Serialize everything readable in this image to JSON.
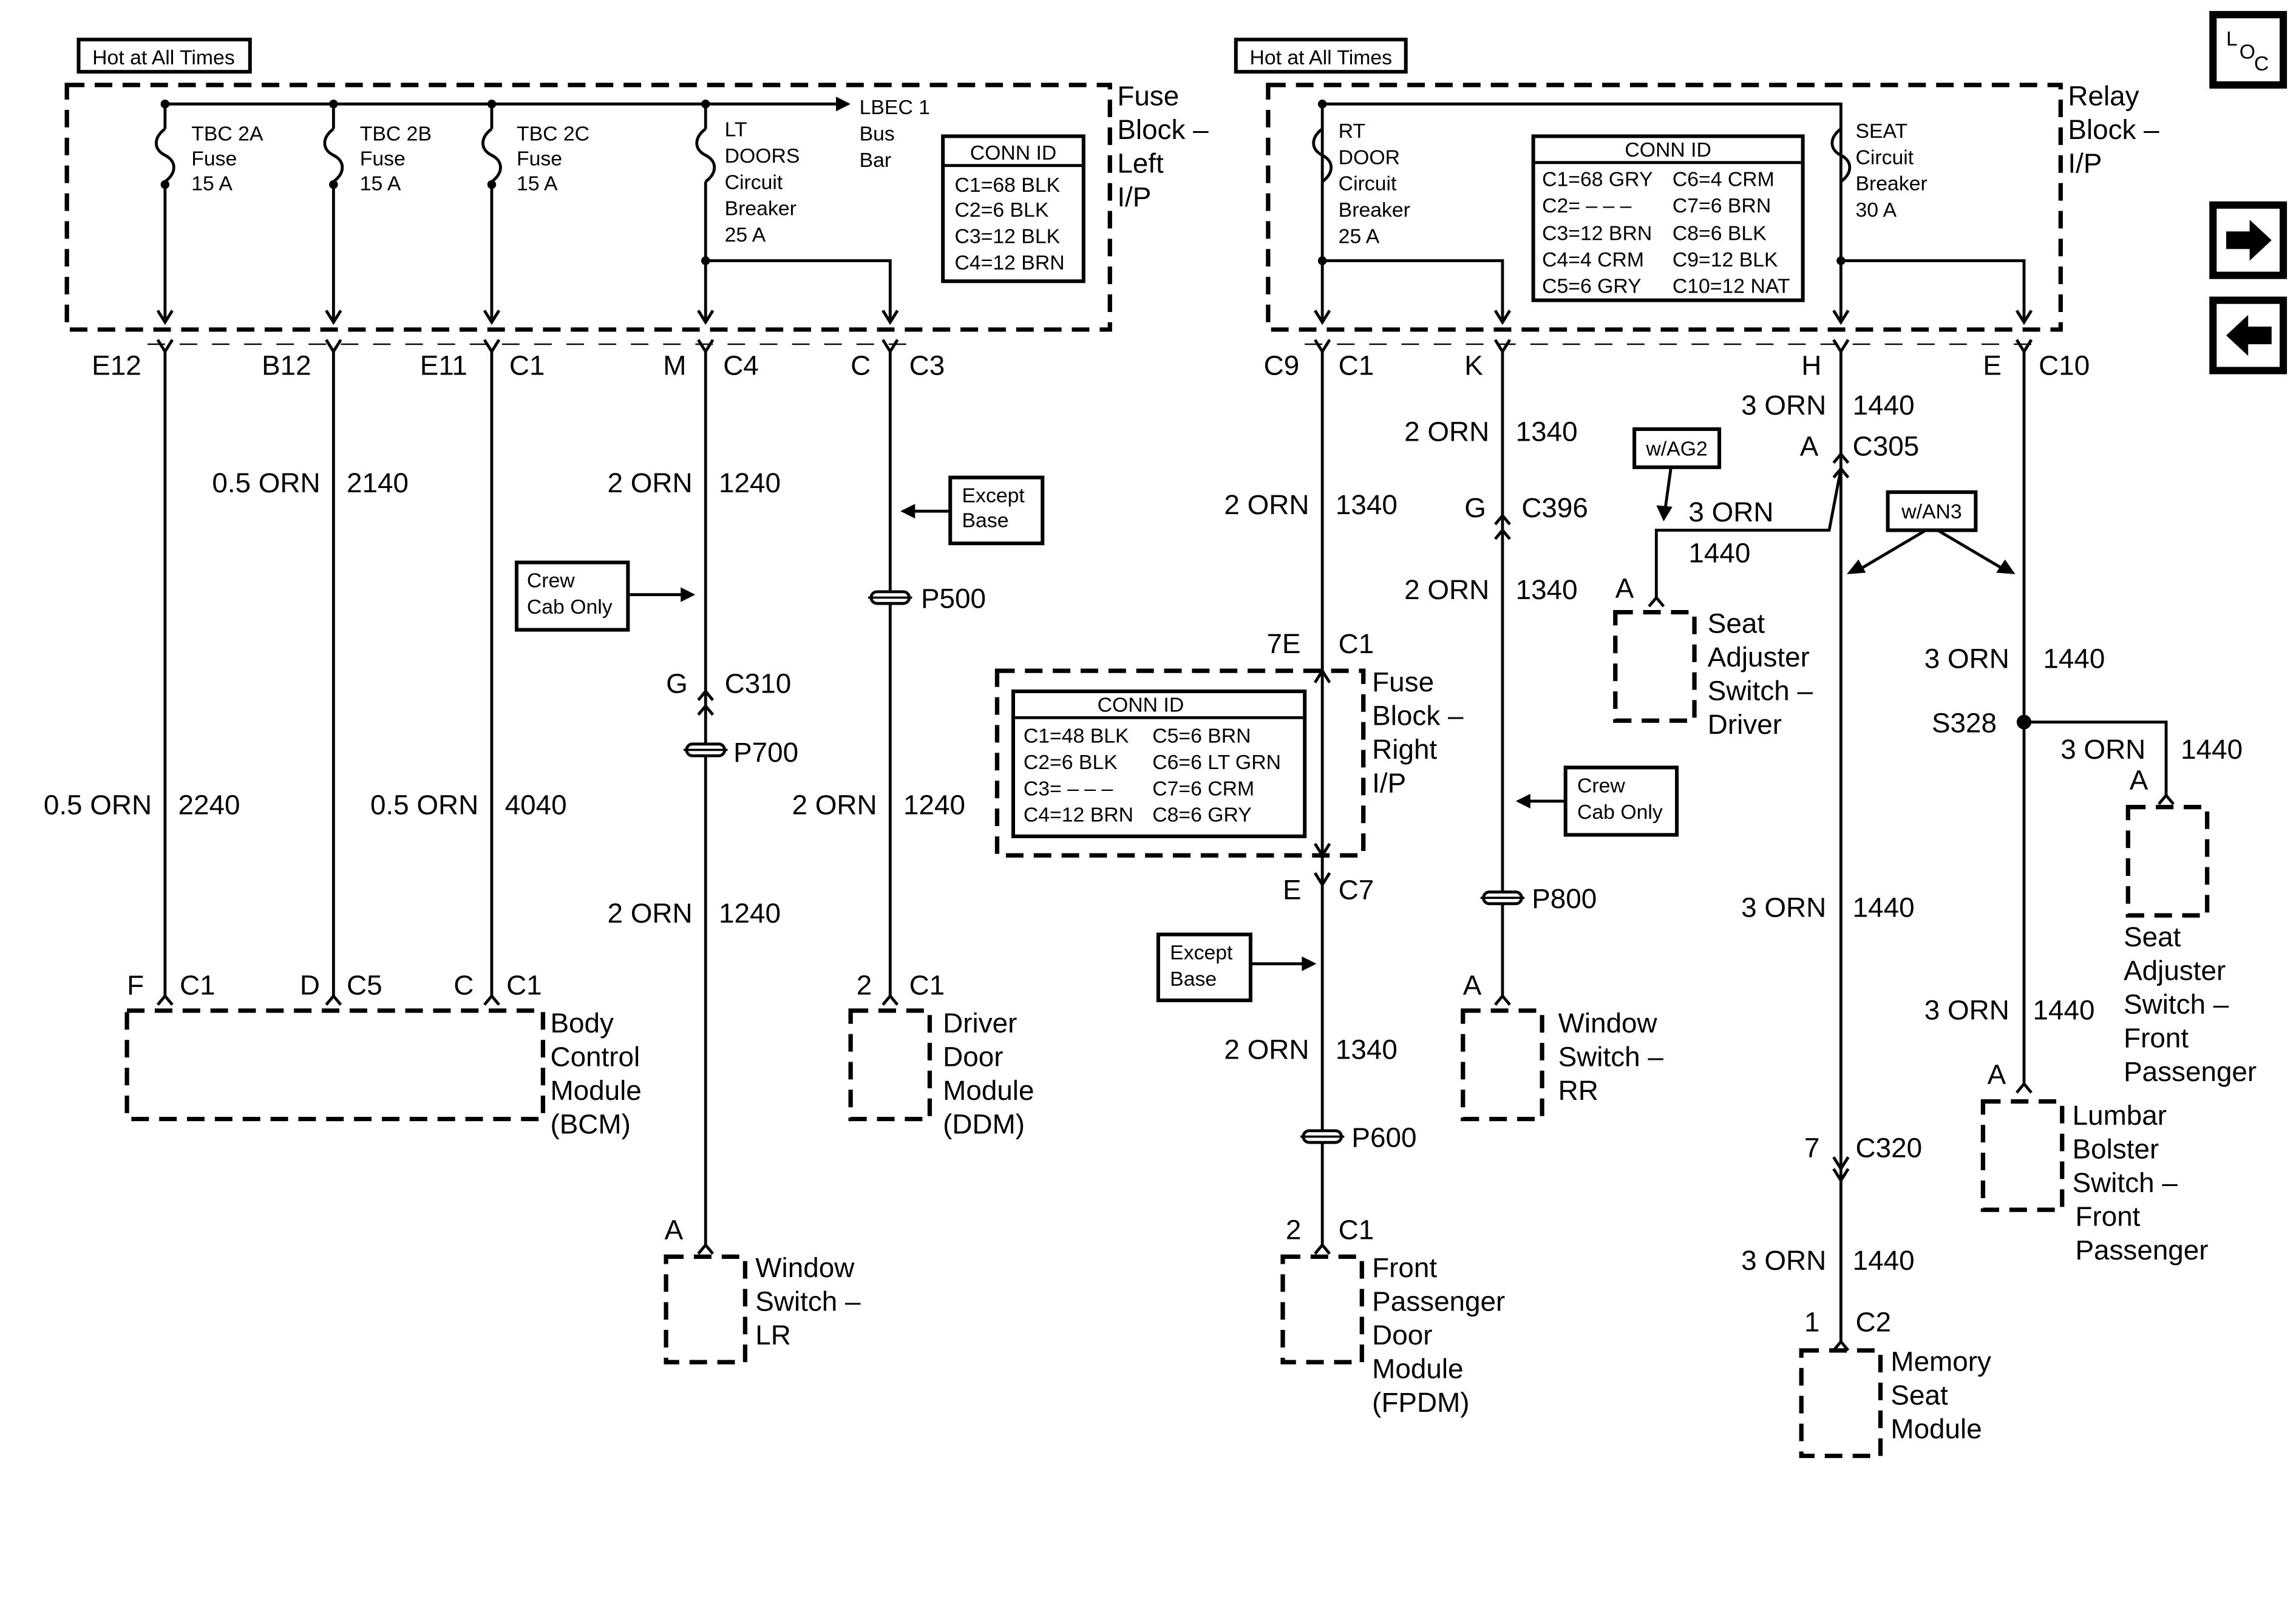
{
  "header": {
    "hot_left": "Hot at All Times",
    "hot_right": "Hot at All Times",
    "loc_l": "L",
    "loc_o": "O",
    "loc_c": "C"
  },
  "left_fuse_block": {
    "title": [
      "Fuse",
      "Block –",
      "Left",
      "I/P"
    ],
    "fuses": [
      {
        "lines": [
          "TBC 2A",
          "Fuse",
          "15 A"
        ]
      },
      {
        "lines": [
          "TBC 2B",
          "Fuse",
          "15 A"
        ]
      },
      {
        "lines": [
          "TBC 2C",
          "Fuse",
          "15 A"
        ]
      },
      {
        "lines": [
          "LT",
          "DOORS",
          "Circuit",
          "Breaker",
          "25 A"
        ]
      }
    ],
    "bus_bar": [
      "LBEC 1",
      "Bus",
      "Bar"
    ],
    "conn_id": {
      "title": "CONN ID",
      "rows": [
        "C1=68 BLK",
        "C2=6 BLK",
        "C3=12 BLK",
        "C4=12 BRN"
      ]
    },
    "terminals": [
      {
        "pin": "E12",
        "conn": ""
      },
      {
        "pin": "B12",
        "conn": ""
      },
      {
        "pin": "E11",
        "conn": "C1"
      },
      {
        "pin": "M",
        "conn": "C4"
      },
      {
        "pin": "C",
        "conn": "C3"
      }
    ]
  },
  "relay_block": {
    "title": [
      "Relay",
      "Block –",
      "I/P"
    ],
    "breakers": [
      {
        "lines": [
          "RT",
          "DOOR",
          "Circuit",
          "Breaker",
          "25 A"
        ]
      },
      {
        "lines": [
          "SEAT",
          "Circuit",
          "Breaker",
          "30 A"
        ]
      }
    ],
    "conn_id": {
      "title": "CONN ID",
      "col1": [
        "C1=68 GRY",
        "C2= – – –",
        "C3=12 BRN",
        "C4=4 CRM",
        "C5=6 GRY"
      ],
      "col2": [
        "C6=4 CRM",
        "C7=6 BRN",
        "C8=6 BLK",
        "C9=12 BLK",
        "C10=12 NAT"
      ]
    },
    "terminals": [
      {
        "pin": "C9",
        "conn": "C1"
      },
      {
        "pin": "K",
        "conn": ""
      },
      {
        "pin": "H",
        "conn": ""
      },
      {
        "pin": "E",
        "conn": "C10"
      }
    ]
  },
  "right_fuse_block": {
    "title": [
      "Fuse",
      "Block –",
      "Right",
      "I/P"
    ],
    "conn_id": {
      "title": "CONN ID",
      "col1": [
        "C1=48 BLK",
        "C2=6 BLK",
        "C3= – – –",
        "C4=12 BRN"
      ],
      "col2": [
        "C5=6 BRN",
        "C6=6 LT GRN",
        "C7=6 CRM",
        "C8=6 GRY"
      ]
    },
    "top_pin": "7E",
    "top_conn": "C1",
    "bottom_pin": "E",
    "bottom_conn": "C7"
  },
  "wires": {
    "w2140": {
      "size": "0.5 ORN",
      "circuit": "2140"
    },
    "w2240": {
      "size": "0.5 ORN",
      "circuit": "2240"
    },
    "w4040": {
      "size": "0.5 ORN",
      "circuit": "4040"
    },
    "w1240_a": {
      "size": "2 ORN",
      "circuit": "1240"
    },
    "w1240_b": {
      "size": "2 ORN",
      "circuit": "1240"
    },
    "w1240_c": {
      "size": "2 ORN",
      "circuit": "1240"
    },
    "w1340_a": {
      "size": "2 ORN",
      "circuit": "1340"
    },
    "w1340_b": {
      "size": "2 ORN",
      "circuit": "1340"
    },
    "w1340_c": {
      "size": "2 ORN",
      "circuit": "1340"
    },
    "w1340_d": {
      "size": "2 ORN",
      "circuit": "1340"
    },
    "w1440_a": {
      "size": "3 ORN",
      "circuit": "1440"
    },
    "w1440_b": {
      "size": "3 ORN",
      "circuit": "1440"
    },
    "w1440_c": {
      "size": "3 ORN",
      "circuit": "1440"
    },
    "w1440_d": {
      "size": "3 ORN",
      "circuit": "1440"
    },
    "w1440_e": {
      "size": "3 ORN",
      "circuit": "1440"
    },
    "w1440_f": {
      "size": "3 ORN",
      "circuit": "1440"
    },
    "w1440_g": {
      "size": "3 ORN",
      "circuit": "1440"
    }
  },
  "connectors": {
    "c310": {
      "pin": "G",
      "name": "C310"
    },
    "p700": "P700",
    "p500": "P500",
    "p600": "P600",
    "p800": "P800",
    "c396": {
      "pin": "G",
      "name": "C396"
    },
    "c305": {
      "pin": "A",
      "name": "C305"
    },
    "c320": {
      "pin": "7",
      "name": "C320"
    },
    "s328": "S328"
  },
  "notes": {
    "crew_cab_left": [
      "Crew",
      "Cab Only"
    ],
    "crew_cab_right": [
      "Crew",
      "Cab Only"
    ],
    "except_base_top": [
      "Except",
      "Base"
    ],
    "except_base_bottom": [
      "Except",
      "Base"
    ],
    "w_ag2": "w/AG2",
    "w_an3": "w/AN3"
  },
  "components": {
    "bcm": {
      "pins": [
        {
          "pin": "F",
          "conn": "C1"
        },
        {
          "pin": "D",
          "conn": "C5"
        },
        {
          "pin": "C",
          "conn": "C1"
        }
      ],
      "name": [
        "Body",
        "Control",
        "Module",
        "(BCM)"
      ]
    },
    "ddm": {
      "pin": "2",
      "conn": "C1",
      "name": [
        "Driver",
        "Door",
        "Module",
        "(DDM)"
      ]
    },
    "wslr": {
      "pin": "A",
      "name": [
        "Window",
        "Switch –",
        "LR"
      ]
    },
    "fpdm": {
      "pin": "2",
      "conn": "C1",
      "name": [
        "Front",
        "Passenger",
        "Door",
        "Module",
        "(FPDM)"
      ]
    },
    "wsrr": {
      "pin": "A",
      "name": [
        "Window",
        "Switch –",
        "RR"
      ]
    },
    "sasd": {
      "pin": "A",
      "name": [
        "Seat",
        "Adjuster",
        "Switch –",
        "Driver"
      ]
    },
    "sasfp": {
      "pin": "A",
      "name": [
        "Seat",
        "Adjuster",
        "Switch –",
        "Front",
        "Passenger"
      ]
    },
    "lbsfp": {
      "pin": "A",
      "name": [
        "Lumbar",
        "Bolster",
        "Switch –",
        "Front",
        "Passenger"
      ]
    },
    "msm": {
      "pin": "1",
      "conn": "C2",
      "name": [
        "Memory",
        "Seat",
        "Module"
      ]
    }
  }
}
